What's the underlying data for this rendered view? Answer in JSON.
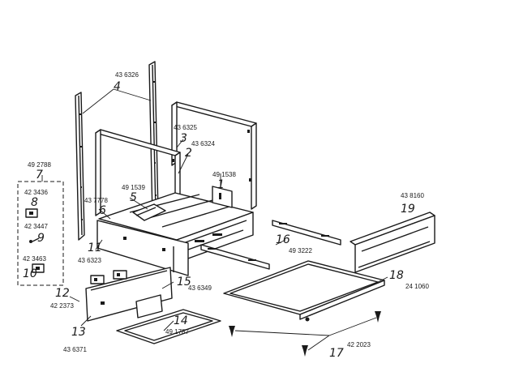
{
  "diagram": {
    "title": "Range body frame exploded parts diagram",
    "callouts": [
      {
        "id": "c4",
        "ref": "4",
        "part": "43 6326"
      },
      {
        "id": "c3",
        "ref": "3",
        "part": "43 6325"
      },
      {
        "id": "c2",
        "ref": "2",
        "part": "43 6324"
      },
      {
        "id": "c7",
        "ref": "7",
        "part": "49 2788"
      },
      {
        "id": "c8",
        "ref": "8",
        "part": "42 3436"
      },
      {
        "id": "c9",
        "ref": "9",
        "part": "42 3447"
      },
      {
        "id": "c10",
        "ref": "10",
        "part": "42 3463"
      },
      {
        "id": "c5",
        "ref": "5",
        "part": "49 1539"
      },
      {
        "id": "c6",
        "ref": "6",
        "part": "43 7778"
      },
      {
        "id": "c1",
        "ref": "1",
        "part": "49 1538"
      },
      {
        "id": "c11",
        "ref": "11",
        "part": "43 6323"
      },
      {
        "id": "c19",
        "ref": "19",
        "part": "43 8160"
      },
      {
        "id": "c16",
        "ref": "16",
        "part": "49 3222"
      },
      {
        "id": "c15",
        "ref": "15",
        "part": "43 6349"
      },
      {
        "id": "c12",
        "ref": "12",
        "part": "42 2373"
      },
      {
        "id": "c18",
        "ref": "18",
        "part": "24 1060"
      },
      {
        "id": "c14",
        "ref": "14",
        "part": "49 1787"
      },
      {
        "id": "c13",
        "ref": "13",
        "part": "43 6371"
      },
      {
        "id": "c17b",
        "ref": "17",
        "part": "42 2023"
      }
    ]
  }
}
